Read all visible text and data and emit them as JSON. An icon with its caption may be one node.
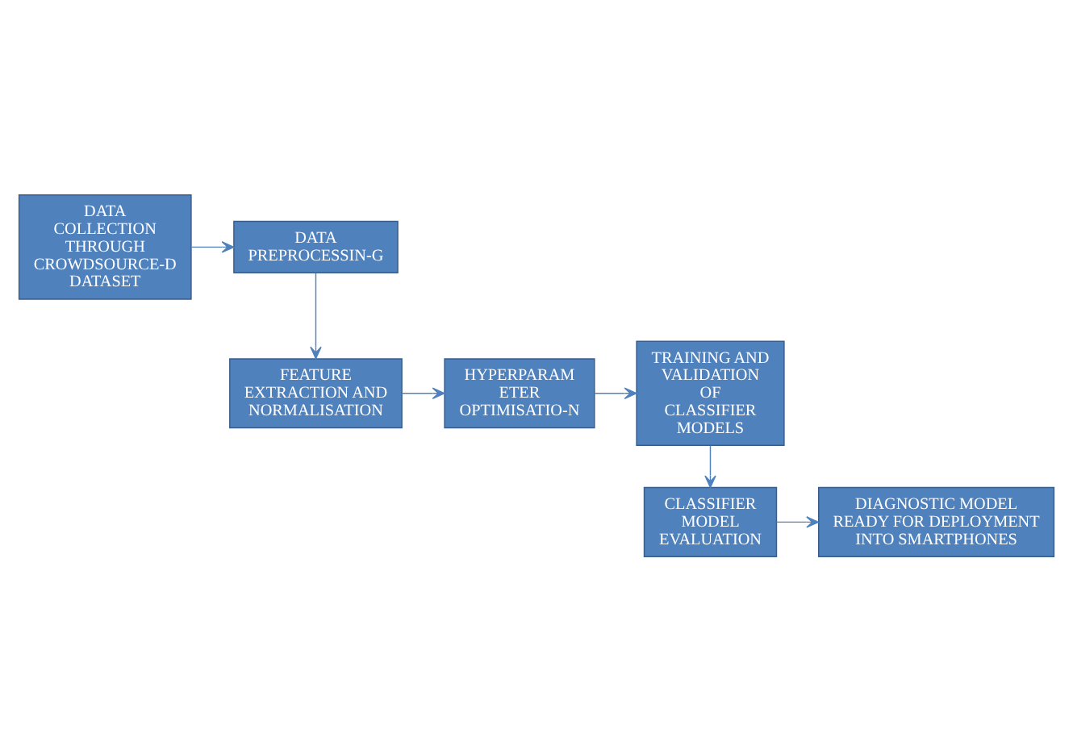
{
  "diagram": {
    "nodes": [
      {
        "text": [
          "DATA COLLECTION THROUGH CROWDSOURCE-D DATASET"
        ]
      },
      {
        "text": [
          "DATA PREPROCESSIN-G"
        ]
      },
      {
        "text": [
          "FEATURE EXTRACTION AND NORMALISATION"
        ]
      },
      {
        "text": [
          "HYPERPARAM ETER OPTIMISATIO-N"
        ]
      },
      {
        "text": [
          "TRAINING AND VALIDATION OF CLASSIFIER MODELS"
        ]
      },
      {
        "text": [
          "CLASSIFIER MODEL EVALUATION"
        ]
      },
      {
        "text": [
          "DIAGNOSTIC MODEL READY FOR DEPLOYMENT INTO SMARTPHONES"
        ]
      }
    ],
    "edges": [
      {
        "from": 0,
        "to": 1,
        "arrow": "to"
      },
      {
        "from": 1,
        "to": 2,
        "arrow": "to"
      },
      {
        "from": 2,
        "to": 3,
        "arrow": "to"
      },
      {
        "from": 3,
        "to": 4,
        "arrow": "to"
      },
      {
        "from": 4,
        "to": 5,
        "arrow": "to"
      },
      {
        "from": 5,
        "to": 6,
        "arrow": "to"
      }
    ]
  }
}
